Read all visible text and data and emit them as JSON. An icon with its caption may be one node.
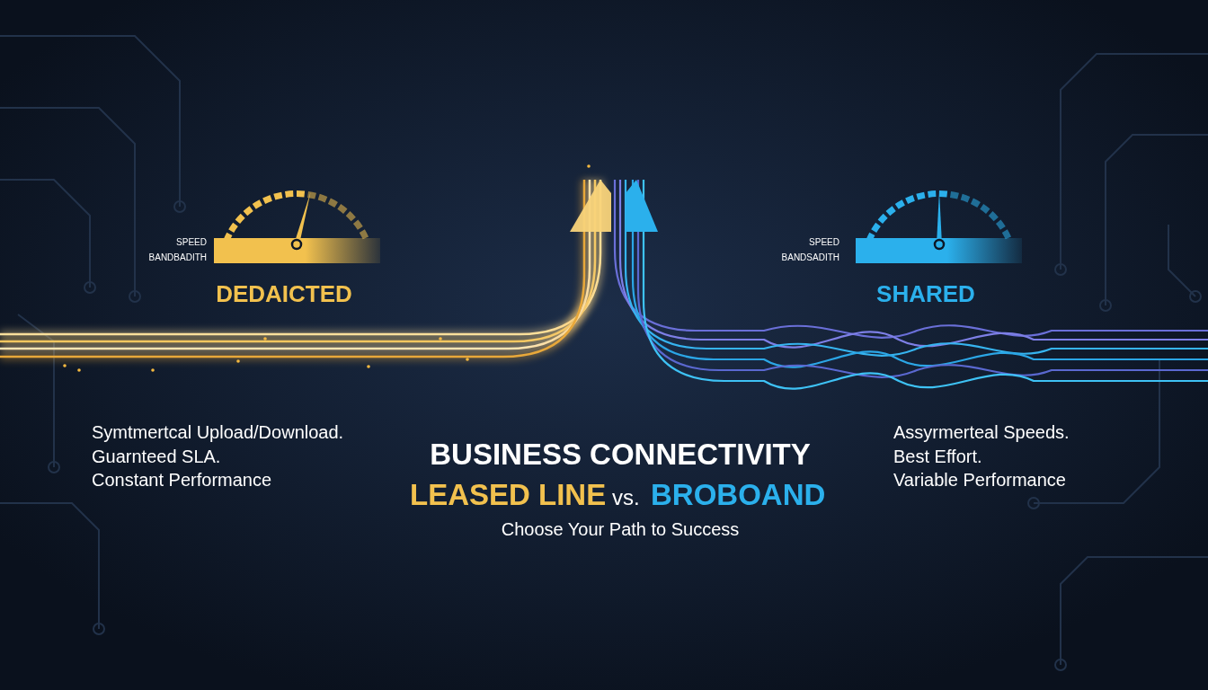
{
  "diagram": {
    "title": "BUSINESS CONNECTIVITY",
    "labels": [
      "SPEED",
      "BANDBADITH",
      "DEDAICTED",
      "SPEED",
      "BANDSADITH",
      "SHARED",
      "Symtmertcal Upload/Download.",
      "Guarnteed SLA.",
      "Constant Performance",
      "Assyrmerteal Speeds.",
      "Best Effort.",
      "Variable Performance",
      "LEASED LINE",
      "vs.",
      "BROBOAND",
      "Choose Your Path to Success"
    ]
  }
}
